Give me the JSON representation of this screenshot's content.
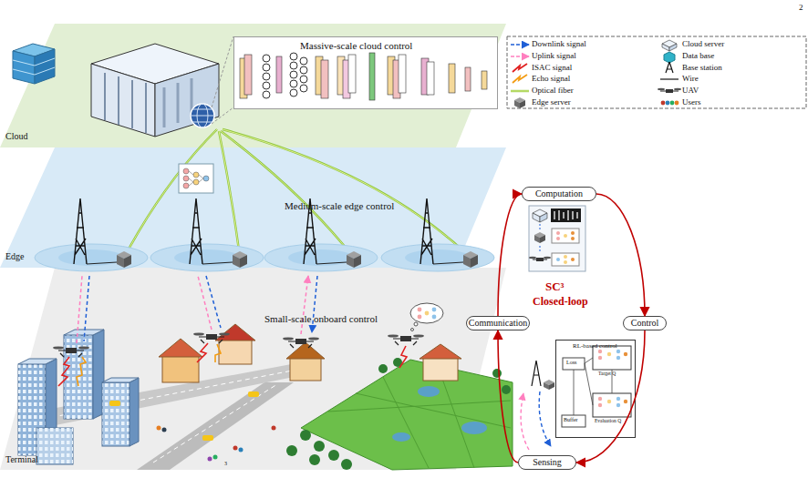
{
  "diagram": {
    "nodes": [
      {
        "text": [
          "Cloud"
        ]
      },
      {
        "text": [
          "Massive-scale cloud control"
        ],
        "in": 0
      },
      {
        "text": [
          "Medium-scale edge control",
          "Edge"
        ]
      },
      {
        "text": [
          "Small-scale onboard control",
          "Terminal"
        ]
      },
      {
        "text": [
          "Computation"
        ]
      },
      {
        "text": [
          "Communication"
        ]
      },
      {
        "text": [
          "Control"
        ]
      },
      {
        "text": [
          "RL-based control"
        ]
      },
      {
        "text": [
          "Sensing"
        ]
      }
    ],
    "edges": [
      {
        "from": 4,
        "to": 6,
        "arrow": "to"
      },
      {
        "from": 6,
        "to": 8,
        "arrow": "to"
      },
      {
        "from": 8,
        "to": 5,
        "arrow": "to"
      },
      {
        "from": 5,
        "to": 4,
        "arrow": "to"
      }
    ],
    "labels": [
      "2",
      "SC³",
      "Closed-loop",
      "Loss",
      "Target Q",
      "Evaluation Q",
      "Buffer",
      "3"
    ],
    "legend": [
      {
        "text": "Downlink signal"
      },
      {
        "text": "Uplink signal"
      },
      {
        "text": "ISAC signal"
      },
      {
        "text": "Echo signal"
      },
      {
        "text": "Optical fiber"
      },
      {
        "text": "Edge server"
      },
      {
        "text": "Cloud server"
      },
      {
        "text": "Data base"
      },
      {
        "text": "Base station"
      },
      {
        "text": "Wire"
      },
      {
        "text": "UAV"
      },
      {
        "text": "Users"
      }
    ]
  }
}
